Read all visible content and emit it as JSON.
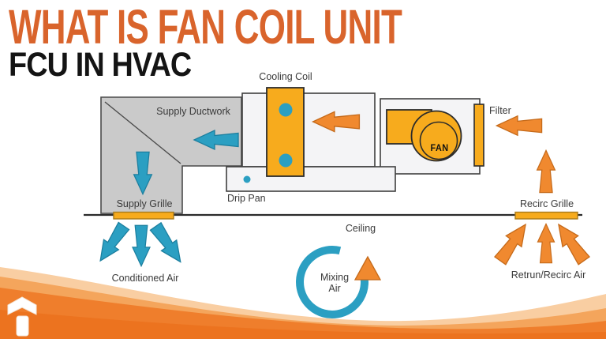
{
  "header": {
    "title": "WHAT IS FAN COIL UNIT",
    "subtitle": "FCU IN HVAC"
  },
  "diagram": {
    "labels": {
      "cooling_coil": "Cooling Coil",
      "supply_ductwork": "Supply Ductwork",
      "filter": "Filter",
      "fan": "FAN",
      "drip_pan": "Drip Pan",
      "supply_grille": "Supply Grille",
      "recirc_grille": "Recirc Grille",
      "ceiling": "Ceiling",
      "conditioned_air": "Conditioned Air",
      "mixing_air_line1": "Mixing",
      "mixing_air_line2": "Air",
      "return_air": "Retrun/Recirc Air"
    },
    "colors": {
      "title_orange": "#D9642C",
      "arrow_orange": "#F0892F",
      "arrow_orange_stroke": "#C56A1A",
      "teal": "#2B9FC2",
      "teal_stroke": "#1B7E9E",
      "yellow": "#F7AB1D",
      "grille_stroke": "#A97B1C",
      "duct_gray": "#CACACA",
      "box_fill": "#F4F4F6",
      "outline": "#3F3F3F",
      "wave_light": "#F9CEA2",
      "wave_mid": "#F4A55C",
      "wave_solid": "#EF7E2C",
      "wave_deep": "#EC731F"
    }
  },
  "branding": {
    "logo_icon": "arrow-up-logo-icon"
  }
}
